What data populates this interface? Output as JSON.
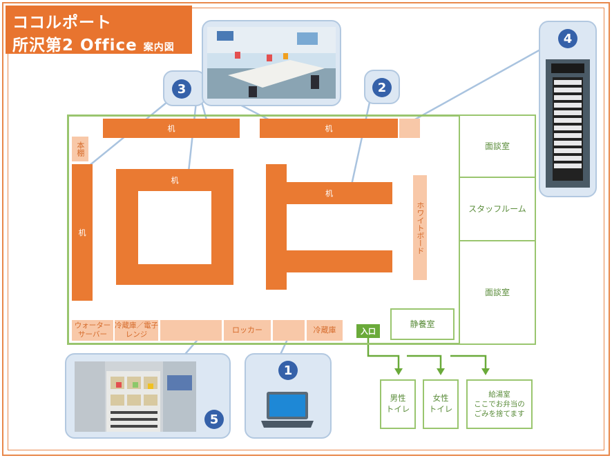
{
  "title": {
    "line1": "ココルポート",
    "line2": "所沢第2 Office",
    "line2_suffix": "案内図"
  },
  "furniture": {
    "desk": "机",
    "bookshelf": "本棚",
    "whiteboard": "ホワイトボード",
    "water_server": "ウォーターサーバー",
    "fridge_microwave": "冷蔵庫／電子レンジ",
    "locker": "ロッカー",
    "fridge": "冷蔵庫"
  },
  "rooms": {
    "meeting_top": "面談室",
    "staff_room": "スタッフルーム",
    "meeting_bottom": "面談室",
    "quiet_room": "静養室",
    "entrance": "入口"
  },
  "outside": {
    "male_toilet": "男性\nトイレ",
    "female_toilet": "女性\nトイレ",
    "kitchen": "給湯室\nここでお弁当の\nごみを捨てます"
  },
  "markers": [
    "1",
    "2",
    "3",
    "4",
    "5"
  ],
  "colors": {
    "orange": "#ea7a32",
    "green": "#99c56e",
    "blue_badge": "#3561a9",
    "bubble": "#dce7f3"
  }
}
